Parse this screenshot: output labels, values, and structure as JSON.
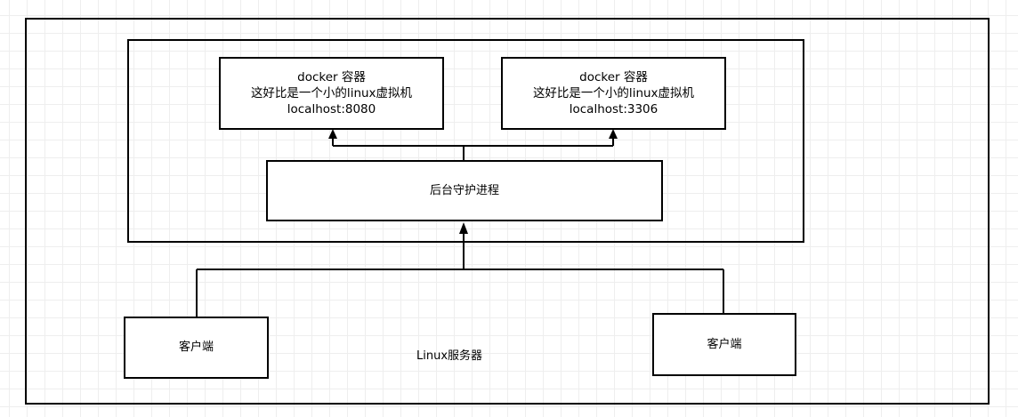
{
  "diagram": {
    "server": {
      "label": "Linux服务器"
    },
    "containers": [
      {
        "line1": "docker 容器",
        "line2": "这好比是一个小的linux虚拟机",
        "line3": "localhost:8080"
      },
      {
        "line1": "docker 容器",
        "line2": "这好比是一个小的linux虚拟机",
        "line3": "localhost:3306"
      }
    ],
    "daemon": {
      "label": "后台守护进程"
    },
    "clients": [
      {
        "label": "客户端"
      },
      {
        "label": "客户端"
      }
    ]
  }
}
